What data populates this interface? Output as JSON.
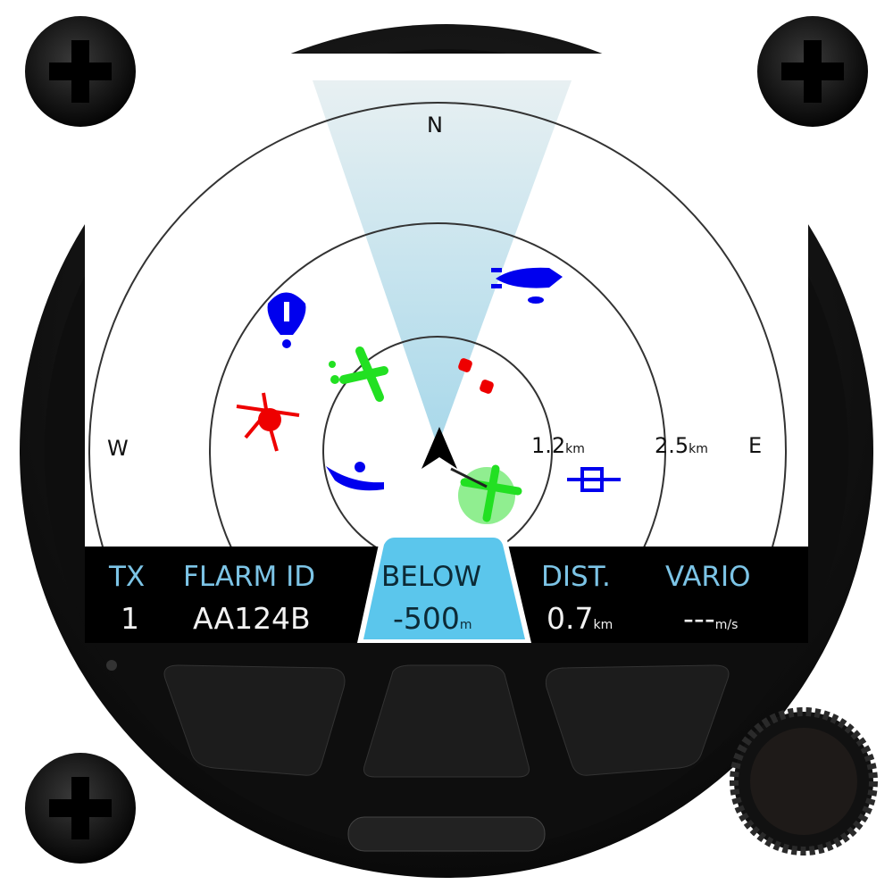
{
  "radar": {
    "compass": {
      "n": "N",
      "w": "W",
      "e": "E"
    },
    "ranges": [
      {
        "value": "1.2",
        "unit": "km"
      },
      {
        "value": "2.5",
        "unit": "km"
      }
    ],
    "targets": [
      "glider",
      "balloon",
      "airship",
      "drone",
      "paraglider",
      "obstacle",
      "hangglider",
      "traffic-selected"
    ]
  },
  "info_bar": {
    "tx": {
      "label": "TX",
      "value": "1"
    },
    "flarm_id": {
      "label": "FLARM ID",
      "value": "AA124B"
    },
    "vertical": {
      "label": "BELOW",
      "value": "-500",
      "unit": "m"
    },
    "distance": {
      "label": "DIST.",
      "value": "0.7",
      "unit": "km"
    },
    "vario": {
      "label": "VARIO",
      "value": "---",
      "unit": "m/s"
    }
  },
  "colors": {
    "accent": "#7cc4e6",
    "highlight": "#5bc6ec",
    "traffic_green": "#22e022",
    "alarm_red": "#ee0000",
    "object_blue": "#0000ee"
  }
}
